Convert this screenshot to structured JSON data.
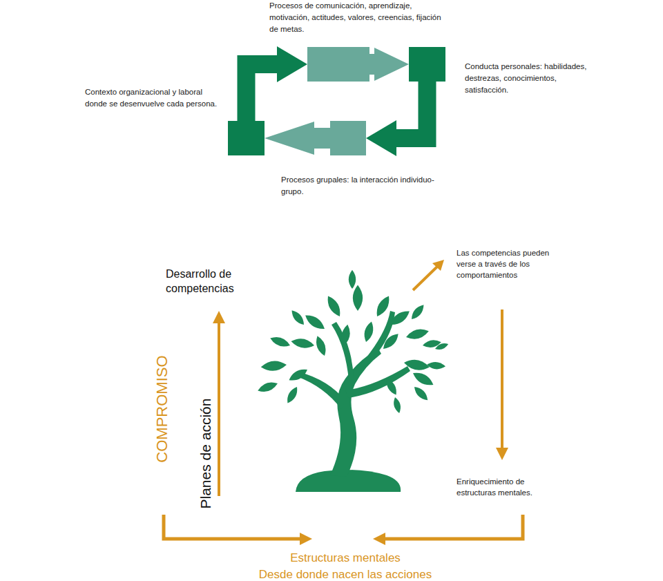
{
  "diagram": {
    "nodes": [
      {
        "text": [
          "Procesos de comunicación, aprendizaje, motivación, actitudes, valores, creencias, fijación de metas."
        ]
      },
      {
        "text": [
          "Contexto organizacional y laboral donde se desenvuelve cada persona."
        ]
      },
      {
        "text": [
          "Conducta personales: habilidades, destrezas, conocimientos, satisfacción."
        ]
      },
      {
        "text": [
          "Procesos grupales: la interacción individuo-grupo."
        ]
      }
    ],
    "edges": [
      {
        "from": 1,
        "to": 0,
        "arrow": "to"
      },
      {
        "from": 0,
        "to": 2,
        "arrow": "to"
      },
      {
        "from": 2,
        "to": 3,
        "arrow": "to"
      },
      {
        "from": 3,
        "to": 1,
        "arrow": "to"
      }
    ],
    "labels": [
      "Desarrollo de competencias",
      "Las competencias pueden verse a través de los comportamientos",
      "COMPROMISO",
      "Planes de acción",
      "Enriquecimiento de estructuras mentales.",
      "Estructuras mentales",
      "Desde donde nacen las acciones"
    ]
  }
}
